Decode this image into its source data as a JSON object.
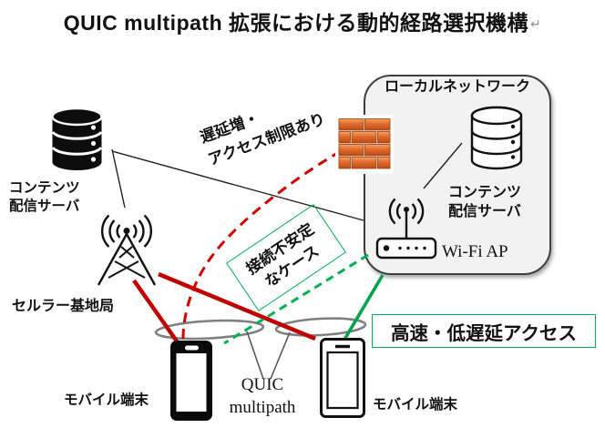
{
  "title": {
    "text": "QUIC multipath 拡張における動的経路選択機構",
    "paragraph_mark": "↵"
  },
  "nodes": {
    "content_server_left": {
      "line1": "コンテンツ",
      "line2": "配信サーバ"
    },
    "cellular_base": {
      "label": "セルラー基地局"
    },
    "local_network": {
      "title": "ローカルネットワーク",
      "server_line1": "コンテンツ",
      "server_line2": "配信サーバ",
      "wifi_ap": "Wi-Fi AP"
    },
    "mobile_left": {
      "label": "モバイル端末"
    },
    "mobile_right": {
      "label": "モバイル端末"
    }
  },
  "annotations": {
    "delay": {
      "line1": "遅延増・",
      "line2": "アクセス制限あり"
    },
    "unstable": {
      "line1": "接続不安定",
      "line2": "なケース"
    },
    "fast_access": "高速・低遅延アクセス",
    "quic": {
      "line1": "QUIC",
      "line2": "multipath"
    }
  },
  "colors": {
    "cellular_path_red": "#C00000",
    "cellular_backup_red": "#D40000",
    "wifi_path_green": "#00A44A",
    "annotation_green": "#00B050",
    "coverage_ellipse_gray": "#7F7F7F",
    "local_network_fill": "#F2F2F2",
    "firewall_brick_orange": "#DD6425"
  }
}
